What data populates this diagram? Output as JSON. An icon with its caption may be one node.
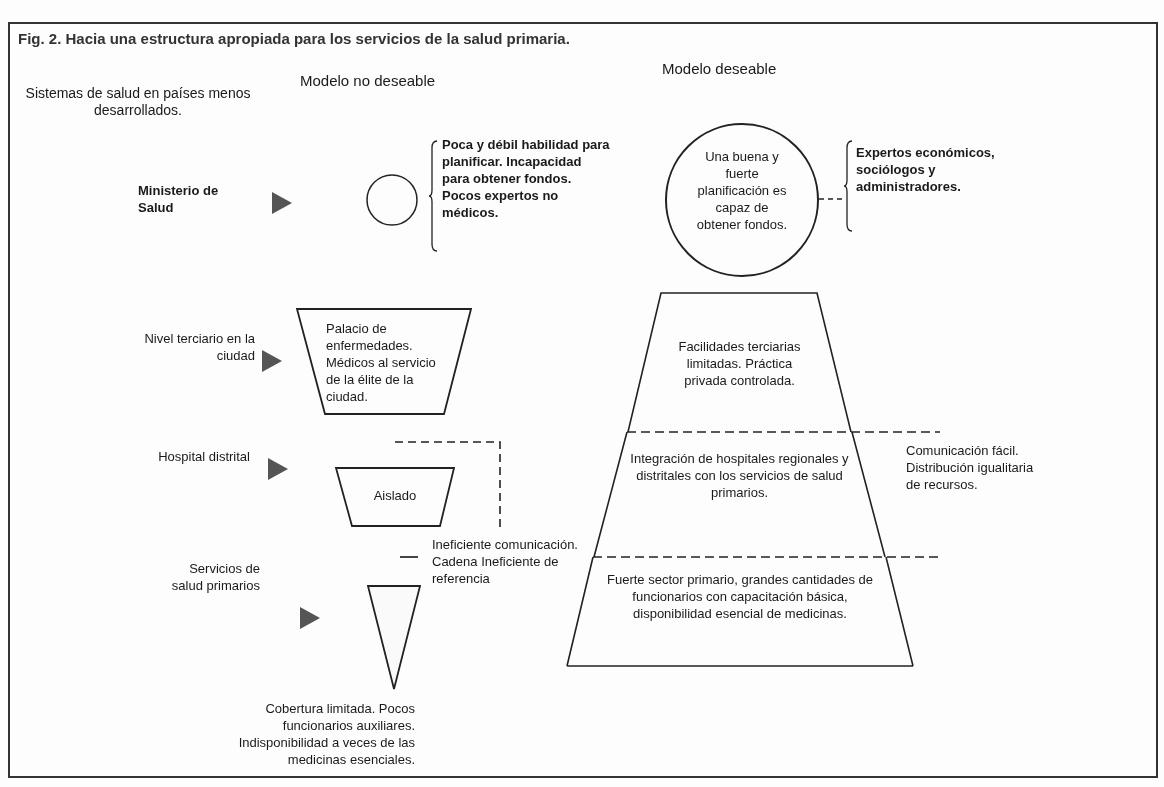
{
  "diagram": {
    "title": "Fig. 2. Hacia una estructura apropiada para los servicios de la salud primaria.",
    "nodes": [
      {
        "text": [],
        "shape": "circle",
        "beside": [
          "Poca y débil habilidad para planificar. Incapacidad para obtener fondos. Pocos expertos no médicos."
        ]
      },
      {
        "text": [
          "Una buena y fuerte planificación es capaz de obtener fondos."
        ]
      },
      {
        "text": [
          "Palacio de enfermedades. Médicos al servicio de la élite de la ciudad."
        ]
      },
      {
        "text": [
          "Aislado"
        ]
      },
      {
        "text": [],
        "shape": "triangle",
        "beside": [
          "Cobertura limitada. Pocos funcionarios auxiliares. Indisponibilidad a veces de las medicinas esenciales."
        ]
      },
      {
        "text": [
          "Facilidades terciarias limitadas. Práctica privada controlada."
        ]
      },
      {
        "text": [
          "Integración de hospitales regionales y distritales con los servicios de salud primarios."
        ]
      },
      {
        "text": [
          "Fuerte sector primario, grandes cantidades de funcionarios con capacitación básica, disponibilidad esencial de medicinas."
        ]
      },
      {
        "text": [
          "Expertos económicos, sociólogos y administradores."
        ]
      }
    ],
    "edges": [
      {
        "from": 1,
        "to": 8,
        "arrow": "none",
        "style": "dashed"
      }
    ],
    "labels": [
      "Modelo no deseable",
      "Modelo deseable",
      "Sistemas de salud en países menos desarrollados.",
      "Ministerio de Salud",
      "Nivel terciario en la ciudad",
      "Hospital distrital",
      "Ineficiente comunicación. Cadena Ineficiente de referencia",
      "Comunicación fácil. Distribución igualitaria de recursos.",
      "Servicios de salud primarios"
    ]
  }
}
